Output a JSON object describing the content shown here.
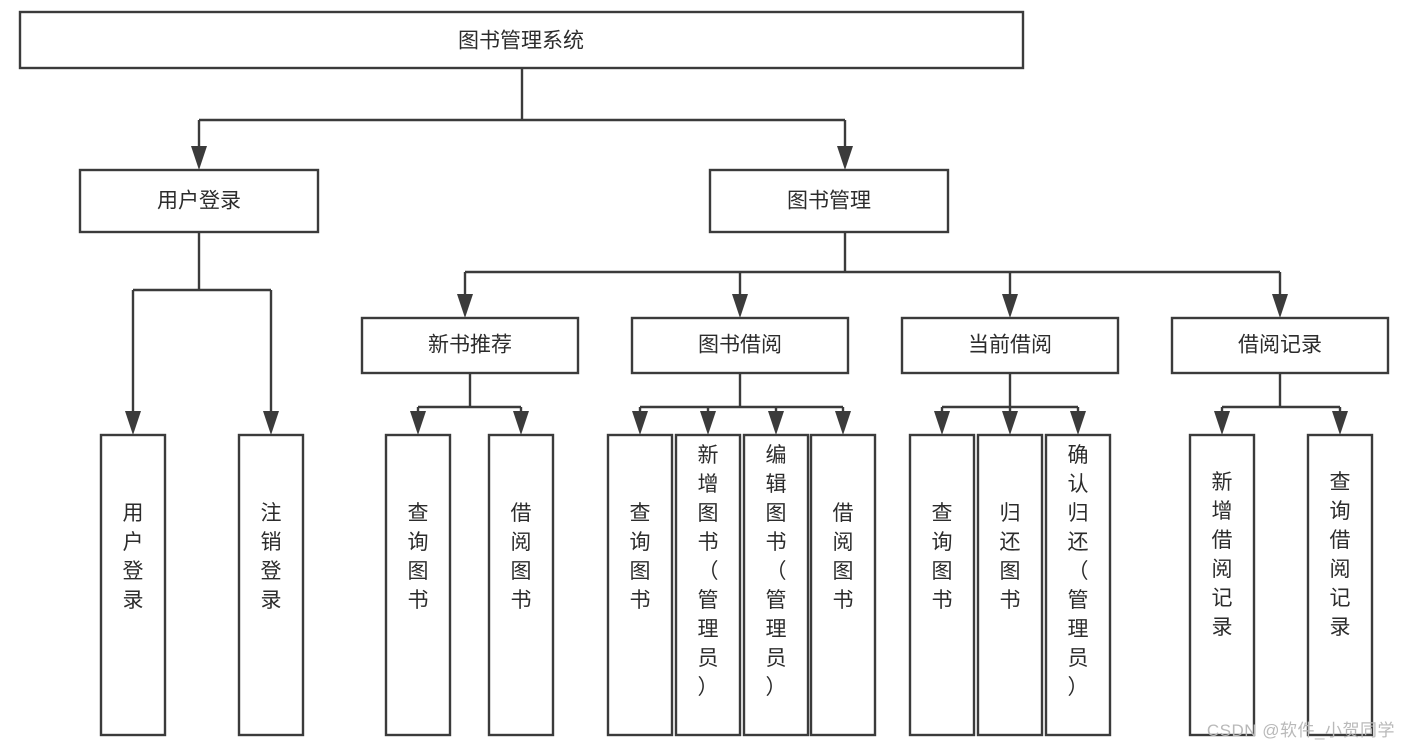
{
  "diagram": {
    "type": "tree",
    "title": "图书管理系统",
    "watermark": "CSDN @软件_小贺同学",
    "colors": {
      "box_stroke": "#3b3b3b",
      "box_fill": "#ffffff",
      "text": "#2c2c2c",
      "background": "#ffffff",
      "watermark": "#b9b9b9"
    },
    "root": {
      "label": "图书管理系统"
    },
    "level1": [
      {
        "label": "用户登录"
      },
      {
        "label": "图书管理"
      }
    ],
    "level2": [
      {
        "label": "新书推荐"
      },
      {
        "label": "图书借阅"
      },
      {
        "label": "当前借阅"
      },
      {
        "label": "借阅记录"
      }
    ],
    "leaves": {
      "user_login": [
        {
          "label": "用户登录"
        },
        {
          "label": "注销登录"
        }
      ],
      "new_book": [
        {
          "label": "查询图书"
        },
        {
          "label": "借阅图书"
        }
      ],
      "book_borrow": [
        {
          "label": "查询图书"
        },
        {
          "label": "新增图书（管理员）"
        },
        {
          "label": "编辑图书（管理员）"
        },
        {
          "label": "借阅图书"
        }
      ],
      "current_borrow": [
        {
          "label": "查询图书"
        },
        {
          "label": "归还图书"
        },
        {
          "label": "确认归还（管理员）"
        }
      ],
      "borrow_record": [
        {
          "label": "新增借阅记录"
        },
        {
          "label": "查询借阅记录"
        }
      ]
    }
  }
}
